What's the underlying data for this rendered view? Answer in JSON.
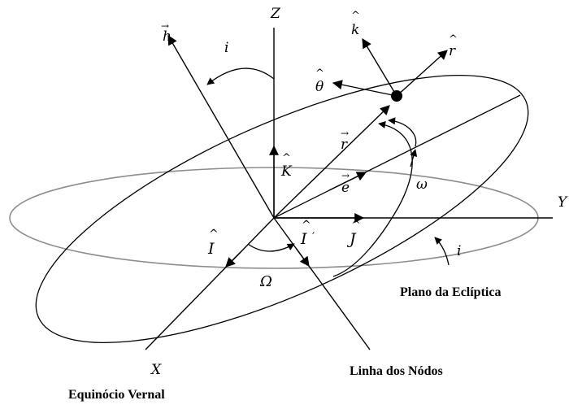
{
  "labels": {
    "z_axis": "Z",
    "y_axis": "Y",
    "x_axis": "X",
    "h_vec": "h",
    "incl_top": "i",
    "k_hat": "k",
    "r_hat": "r",
    "theta_hat": "θ",
    "r_vec": "r",
    "K_hat": "K",
    "e_vec": "e",
    "omega_small": "ω",
    "J_hat": "J",
    "I_hat": "I",
    "I_prime_hat": "I",
    "I_prime_mark": "′",
    "Omega_big": "Ω",
    "incl_right": "i"
  },
  "captions": {
    "ecliptic_plane": "Plano da Eclíptica",
    "node_line": "Linha dos Nódos",
    "vernal_equinox": "Equinócio Vernal"
  }
}
